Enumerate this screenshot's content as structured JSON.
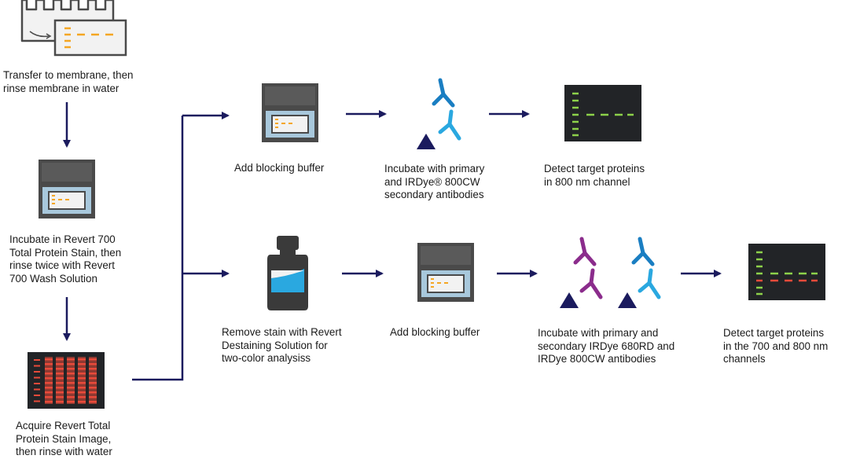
{
  "steps": {
    "transfer": "Transfer to membrane, then\nrinse membrane in water",
    "incubate_revert": "Incubate in Revert 700\nTotal Protein Stain, then\nrinse twice with Revert\n700 Wash Solution",
    "acquire": "Acquire Revert Total\nProtein Stain Image,\nthen rinse with water",
    "top_block": "Add blocking buffer",
    "top_incubate": "Incubate with primary\nand IRDye® 800CW\nsecondary antibodies",
    "top_detect": "Detect target proteins\nin 800 nm channel",
    "bottom_remove": "Remove stain with Revert\nDestaining Solution for\ntwo-color analysiss",
    "bottom_block": "Add blocking buffer",
    "bottom_incubate": "Incubate with primary and\nsecondary IRDye 680RD and\nIRDye 800CW antibodies",
    "bottom_detect": "Detect target proteins\nin the 700 and 800 nm\nchannels"
  },
  "colors": {
    "arrow": "#1b1b5e",
    "orange": "#f5a623",
    "green": "#8dd14a",
    "red": "#e84a3a",
    "blue": "#1a7ec2",
    "light_blue": "#2aa8e0",
    "purple": "#8b2c8c",
    "navy": "#1b1b5e",
    "scanner": "#4a4a4a",
    "glass": "#a8c8dc"
  },
  "icons": [
    "membrane-transfer-icon",
    "scanner-icon",
    "gel-image-icon",
    "antibody-icon",
    "blot-detect-icon",
    "destain-bottle-icon"
  ]
}
